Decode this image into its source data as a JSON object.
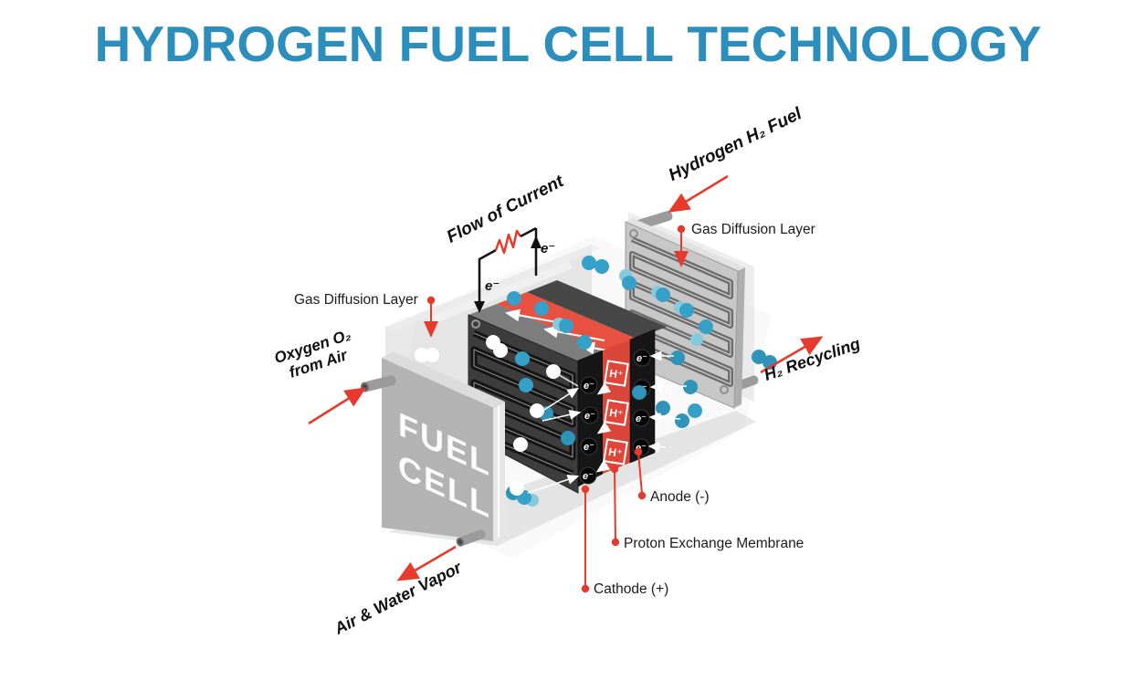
{
  "title": "HYDROGEN FUEL CELL TECHNOLOGY",
  "colors": {
    "title_blue": "#2b8ebd",
    "arrow_red": "#e63a2d",
    "membrane_red": "#e2463a",
    "molecule_blue": "#35a0c8",
    "molecule_blue_light": "#85c9dd",
    "oxygen_white": "#ffffff",
    "electrode_black": "#161616",
    "plate_gray": "#b3b3b3"
  },
  "diagram": {
    "device_label": {
      "line1": "FUEL",
      "line2": "CELL"
    },
    "flow_labels": {
      "flow_of_current": "Flow of Current",
      "hydrogen_fuel": "Hydrogen H₂ Fuel",
      "oxygen_line1": "Oxygen O₂",
      "oxygen_line2": "from Air",
      "h2_recycling": "H₂ Recycling",
      "air_water_vapor": "Air & Water Vapor"
    },
    "part_labels": {
      "gas_diffusion_layer_left": "Gas Diffusion Layer",
      "gas_diffusion_layer_right": "Gas Diffusion Layer",
      "anode": "Anode (-)",
      "membrane": "Proton Exchange Membrane",
      "cathode": "Cathode (+)"
    },
    "particles": {
      "electron": "e⁻",
      "proton": "H⁺"
    }
  }
}
